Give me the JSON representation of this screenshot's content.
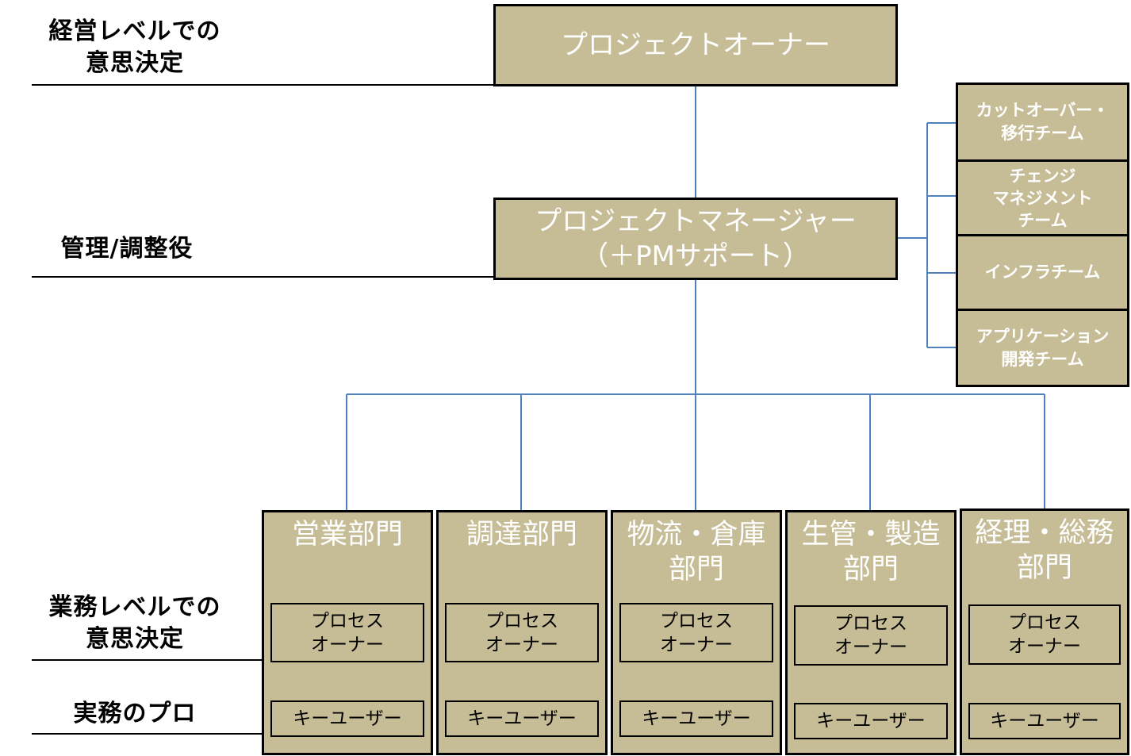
{
  "left_labels": [
    {
      "id": "mgmt-decision",
      "text": "経営レベルでの\n意思決定"
    },
    {
      "id": "coordination",
      "text": "管理/調整役"
    },
    {
      "id": "business-decision",
      "text": "業務レベルでの\n意思決定"
    },
    {
      "id": "practitioners",
      "text": "実務のプロ"
    }
  ],
  "owner": {
    "title": "プロジェクトオーナー"
  },
  "pm": {
    "title": "プロジェクトマネージャー\n（＋PMサポート）"
  },
  "teams": [
    {
      "label": "カットオーバー・\n移行チーム"
    },
    {
      "label": "チェンジ\nマネジメント\nチーム"
    },
    {
      "label": "インフラチーム"
    },
    {
      "label": "アプリケーション\n開発チーム"
    }
  ],
  "departments": [
    {
      "name": "営業部門",
      "process_owner": "プロセス\nオーナー",
      "key_user": "キーユーザー"
    },
    {
      "name": "調達部門",
      "process_owner": "プロセス\nオーナー",
      "key_user": "キーユーザー"
    },
    {
      "name": "物流・倉庫\n部門",
      "process_owner": "プロセス\nオーナー",
      "key_user": "キーユーザー"
    },
    {
      "name": "生管・製造\n部門",
      "process_owner": "プロセス\nオーナー",
      "key_user": "キーユーザー"
    },
    {
      "name": "経理・総務\n部門",
      "process_owner": "プロセス\nオーナー",
      "key_user": "キーユーザー"
    }
  ],
  "colors": {
    "box_fill": "#c6bd97",
    "connector": "#4f81bd",
    "box_text": "#ffffff"
  }
}
